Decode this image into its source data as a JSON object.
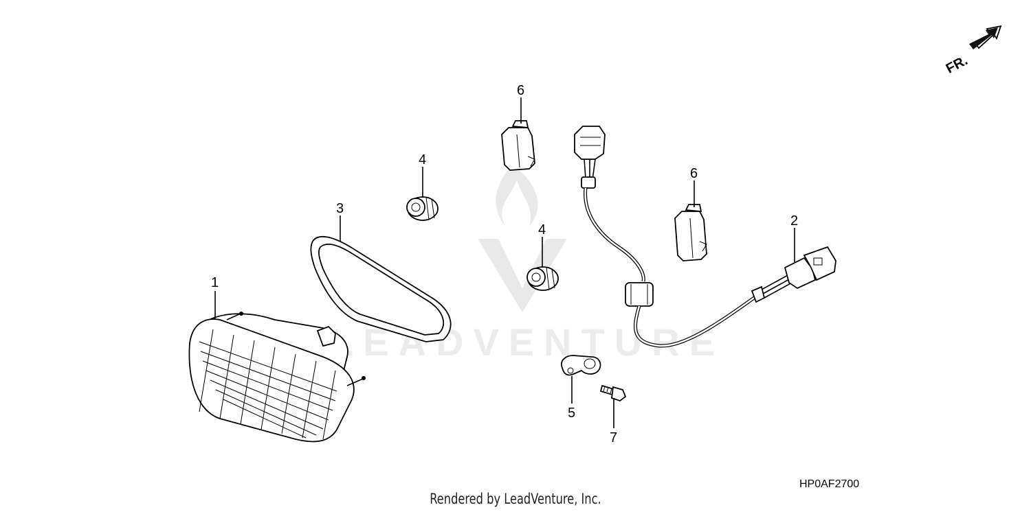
{
  "diagram": {
    "callouts": [
      {
        "id": "c1",
        "text": "1"
      },
      {
        "id": "c2",
        "text": "2"
      },
      {
        "id": "c3",
        "text": "3"
      },
      {
        "id": "c4a",
        "text": "4"
      },
      {
        "id": "c4b",
        "text": "4"
      },
      {
        "id": "c5",
        "text": "5"
      },
      {
        "id": "c6a",
        "text": "6"
      },
      {
        "id": "c6b",
        "text": "6"
      },
      {
        "id": "c7",
        "text": "7"
      }
    ],
    "direction_label": "FR.",
    "diagram_code": "HP0AF2700"
  },
  "watermark": {
    "text": "LEADVENTURE"
  },
  "footer": {
    "text": "Rendered by LeadVenture, Inc."
  }
}
